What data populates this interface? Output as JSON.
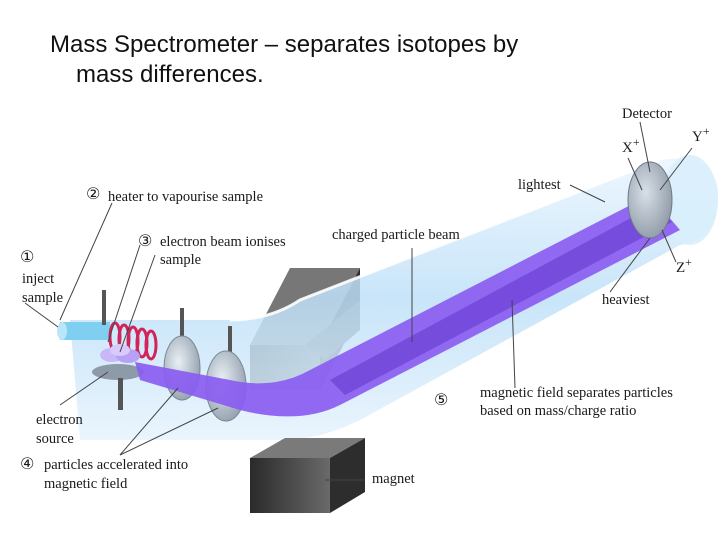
{
  "slide": {
    "title_line1": "Mass Spectrometer – separates isotopes by",
    "title_line2": "mass differences."
  },
  "diagram": {
    "labels": {
      "detector": "Detector",
      "x_axis": "X",
      "y_axis": "Y",
      "z_axis": "Z",
      "plus": "+",
      "lightest": "lightest",
      "heaviest": "heaviest",
      "charged_beam": "charged particle beam",
      "magnetic_field_line1": "magnetic field separates particles",
      "magnetic_field_line2": "based on mass/charge ratio",
      "magnet": "magnet"
    },
    "steps": [
      {
        "num": "①",
        "line1": "inject",
        "line2": "sample"
      },
      {
        "num": "②",
        "line1": "heater to vapourise sample"
      },
      {
        "num": "③",
        "line1": "electron beam ionises",
        "line2": "sample"
      },
      {
        "num": "④",
        "line1": "particles accelerated into",
        "line2": "magnetic field"
      },
      {
        "num": "⑤"
      }
    ],
    "electron_source_line1": "electron",
    "electron_source_line2": "source"
  },
  "colors": {
    "beam": "#8a5cf0",
    "tube": "#cfe8fb",
    "magnet": "#3c3c3c",
    "heater_coil": "#d0245a"
  }
}
